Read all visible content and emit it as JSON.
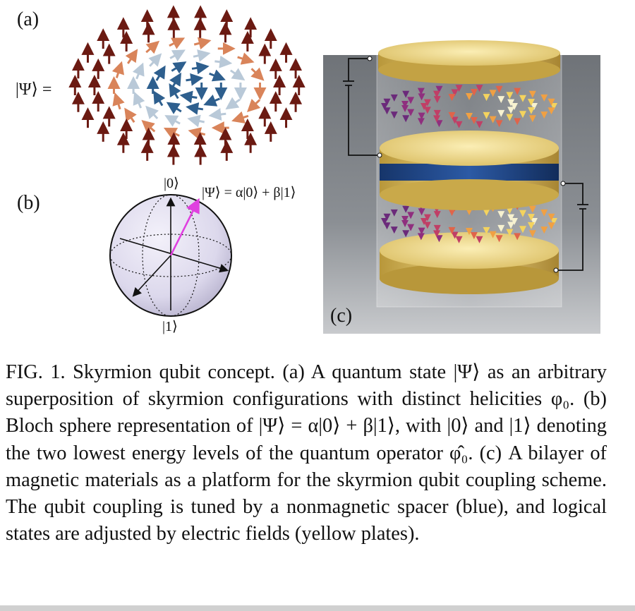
{
  "panels": {
    "a": {
      "label": "(a)",
      "lhs": "|Ψ⟩ ="
    },
    "b": {
      "label": "(b)",
      "ket0": "|0⟩",
      "ket1": "|1⟩",
      "state": "|Ψ⟩ = α|0⟩ + β|1⟩"
    },
    "c": {
      "label": "(c)"
    }
  },
  "colors": {
    "arrow_dark": "#6b1a12",
    "arrow_orange": "#d9845a",
    "arrow_light": "#e8eef4",
    "arrow_blue": "#2e5f8e",
    "sphere_fill": "#e6e3f2",
    "bloch_vector": "#e040e0",
    "plate_gold": "#e3c766",
    "spacer_blue": "#1e4a8c",
    "background_gray": "#7f8388"
  },
  "caption": {
    "text": "FIG. 1.   Skyrmion qubit concept. (a) A quantum state |Ψ⟩ as an arbitrary superposition of skyrmion configurations with distinct helicities φ₀. (b) Bloch sphere representation of |Ψ⟩ = α|0⟩ + β|1⟩, with |0⟩ and |1⟩ denoting the two lowest energy levels of the quantum operator φ̂₀. (c) A bilayer of magnetic materials as a platform for the skyrmion qubit coupling scheme. The qubit coupling is tuned by a nonmagnetic spacer (blue), and logical states are adjusted by electric fields (yellow plates)."
  }
}
